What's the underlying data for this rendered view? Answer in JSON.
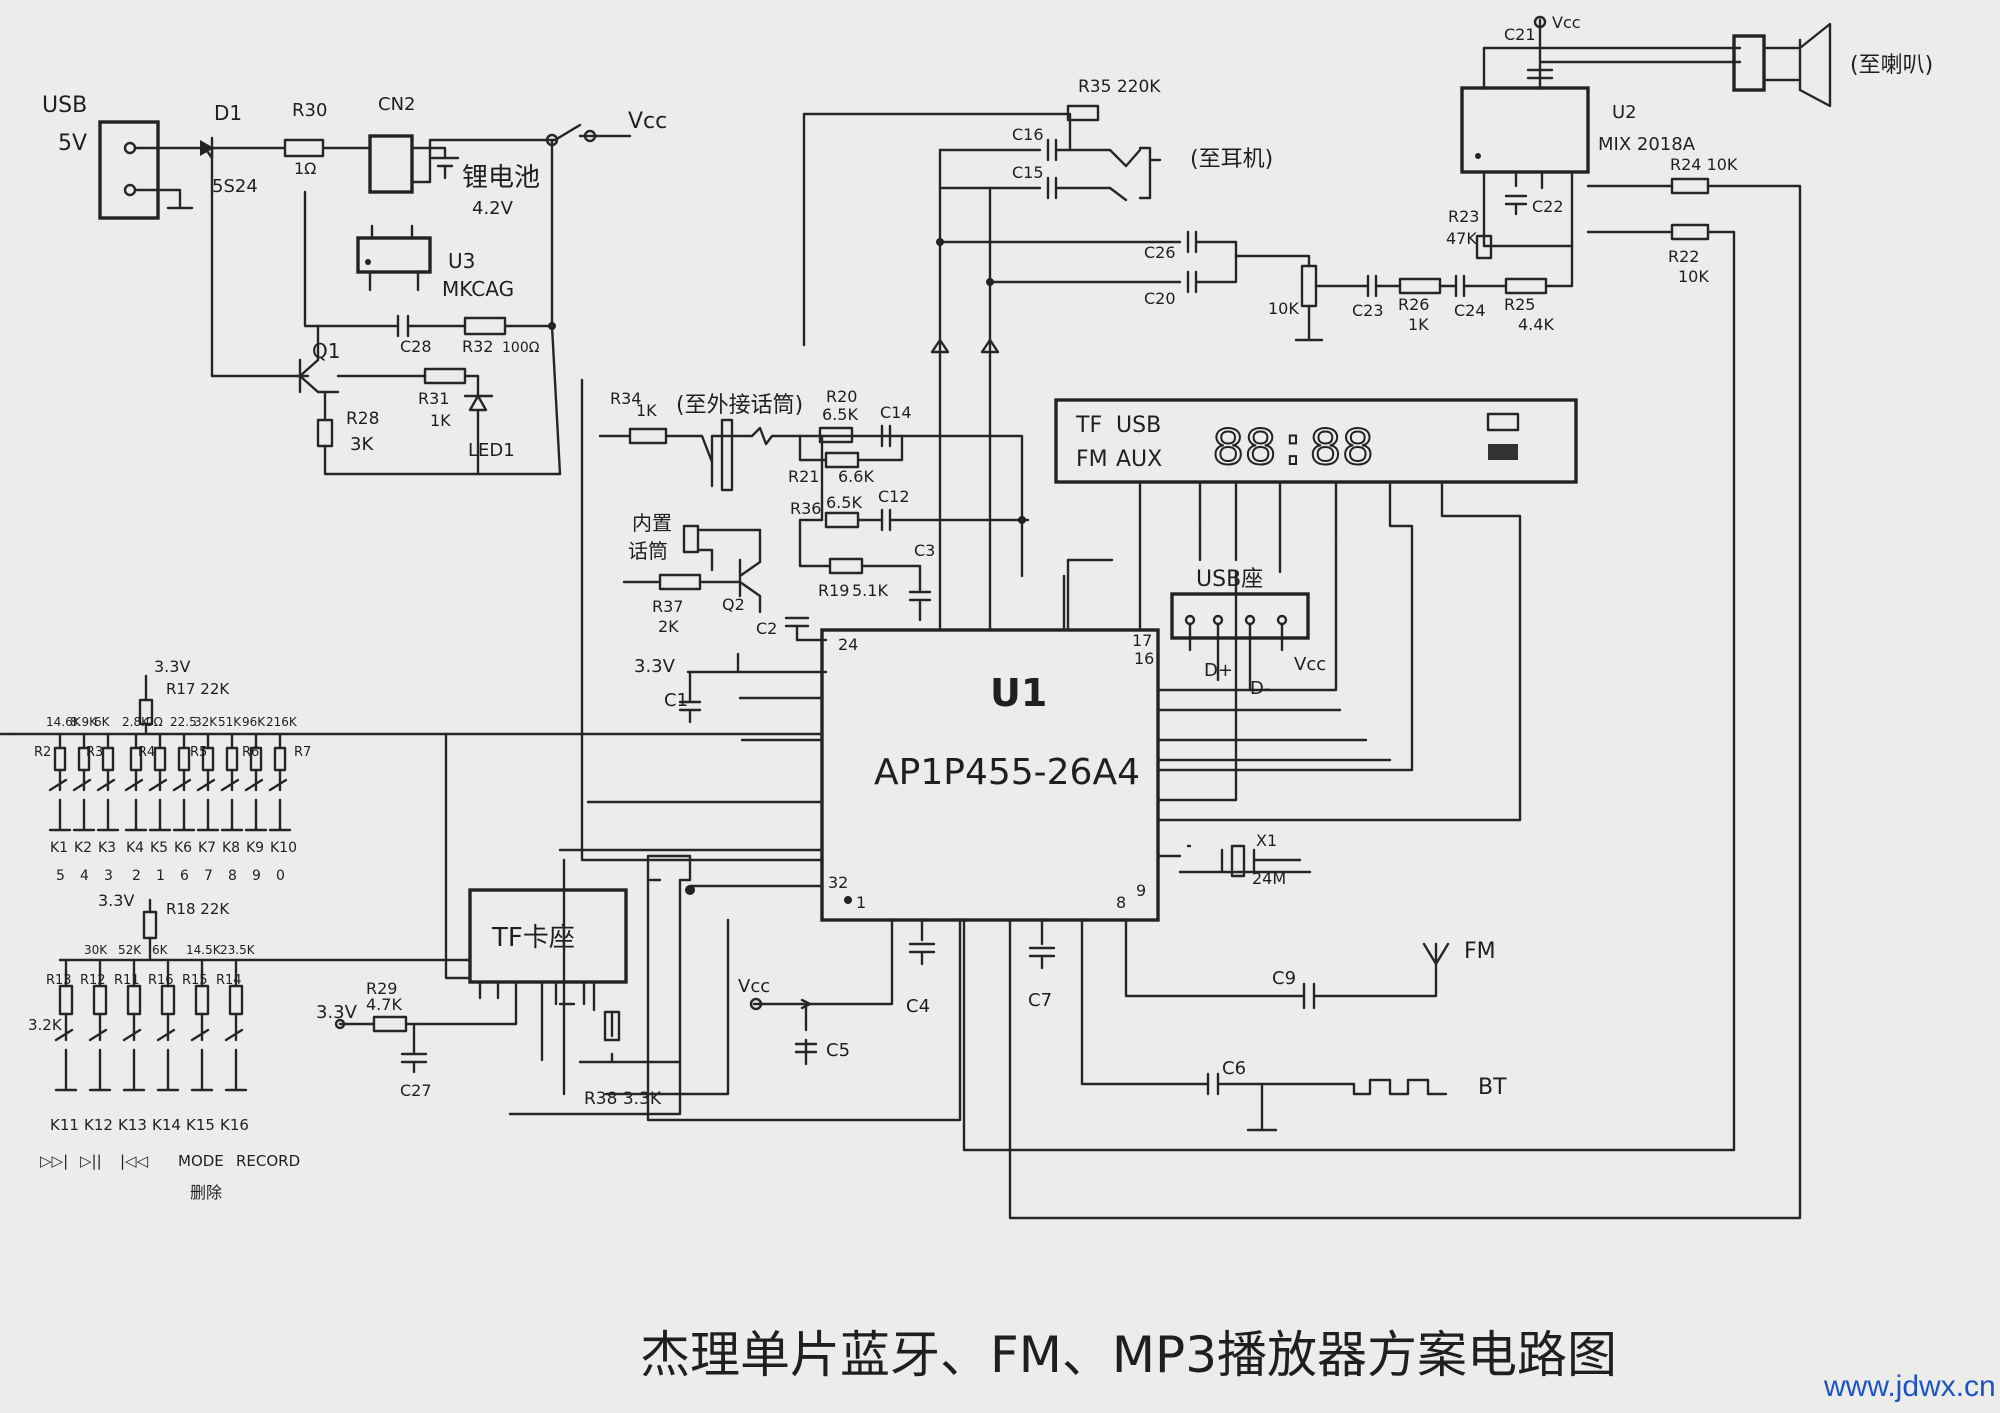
{
  "title": "杰理单片蓝牙、FM、MP3播放器方案电路图",
  "watermark": "www.jdwx.cn",
  "chips": {
    "u1": {
      "ref": "U1",
      "part": "AP1P455-26A4",
      "pins": [
        "24",
        "17",
        "16",
        "32",
        "1",
        "8",
        "9"
      ]
    },
    "u2": {
      "ref": "U2",
      "part": "MIX 2018A"
    },
    "u3": {
      "ref": "U3",
      "part": "MKCAG"
    },
    "q1": "Q1",
    "q2": "Q2"
  },
  "power": {
    "usb_label": "USB",
    "usb_v": "5V",
    "d1": "D1",
    "d1_part": "5S24",
    "r30": "R30",
    "r30_val": "1Ω",
    "cn2": "CN2",
    "battery": "锂电池",
    "battery_v": "4.2V",
    "vcc": "Vcc",
    "c28": "C28",
    "r32": "R32",
    "r32_val": "100Ω",
    "r28": "R28",
    "r28_val": "3K",
    "r31": "R31",
    "r31_val": "1K",
    "led": "LED1"
  },
  "audio": {
    "r35": "R35 220K",
    "c16": "C16",
    "c15": "C15",
    "headphone": "(至耳机)",
    "c26": "C26",
    "c20": "C20",
    "pot_val": "10K",
    "c23": "C23",
    "r26": "R26",
    "r26_val": "1K",
    "c24": "C24",
    "r25": "R25",
    "r25_val": "4.4K",
    "r23": "R23",
    "r23_val": "47K",
    "c22": "C22",
    "c21": "C21",
    "c21_vcc": "Vcc",
    "r24": "R24 10K",
    "r22": "R22",
    "r22_val": "10K",
    "speaker": "(至喇叭)"
  },
  "mic": {
    "r34": "R34",
    "r34_val": "1K",
    "ext_mic": "(至外接话筒)",
    "r20": "R20",
    "r20_val": "6.5K",
    "c14": "C14",
    "r21": "R21",
    "r21_val": "6.6K",
    "r36": "R36",
    "r36_val": "6.5K",
    "c12": "C12",
    "int_mic": [
      "内置",
      "话筒"
    ],
    "c3": "C3",
    "r19": "R19",
    "r19_val": "5.1K",
    "r37": "R37",
    "r37_val": "2K",
    "c2": "C2",
    "v33": "3.3V",
    "c1": "C1"
  },
  "display": {
    "mode_row1": [
      "TF",
      "USB"
    ],
    "mode_row2": [
      "FM",
      "AUX"
    ],
    "digits": "88:88"
  },
  "usb_socket": {
    "label": "USB座",
    "dp": "D+",
    "dm": "D-",
    "vcc": "Vcc"
  },
  "crystal": {
    "ref": "X1",
    "freq": "24M"
  },
  "rf": {
    "c9": "C9",
    "fm": "FM",
    "c6": "C6",
    "bt": "BT"
  },
  "caps": {
    "c4": "C4",
    "c7": "C7",
    "c5": "C5",
    "vcc": "Vcc"
  },
  "tf": {
    "label": "TF卡座",
    "r29": "R29",
    "r29_val": "4.7K",
    "v33": "3.3V",
    "c27": "C27",
    "r38": "R38 3.3K"
  },
  "keys_top": {
    "v33": "3.3V",
    "r17": "R17 22K",
    "values": [
      "14.6K",
      "8.9K",
      "6K",
      "2.8K",
      "0Ω",
      "22.5",
      "32K",
      "51K",
      "96K",
      "216K"
    ],
    "resistors": [
      "R2",
      "R3",
      "R4",
      "R5",
      "R6",
      "R7"
    ],
    "keys": [
      "K1",
      "K2",
      "K3",
      "K4",
      "K5",
      "K6",
      "K7",
      "K8",
      "K9",
      "K10"
    ],
    "digits": [
      "5",
      "4",
      "3",
      "2",
      "1",
      "6",
      "7",
      "8",
      "9",
      "0"
    ]
  },
  "keys_bottom": {
    "v33": "3.3V",
    "r18": "R18 22K",
    "values": [
      "30K",
      "52K",
      "6K",
      "14.5K",
      "23.5K"
    ],
    "resistors": [
      "R13",
      "R12",
      "R11",
      "R16",
      "R15",
      "R14"
    ],
    "r13_val": "3.2K",
    "keys": [
      "K11",
      "K12",
      "K13",
      "K14",
      "K15",
      "K16"
    ],
    "functions": [
      "▷▷|",
      "▷||",
      "|◁◁",
      "MODE",
      "RECORD"
    ],
    "note": "删除"
  },
  "colors": {
    "ink": "#262626",
    "paper": "#ececea"
  }
}
